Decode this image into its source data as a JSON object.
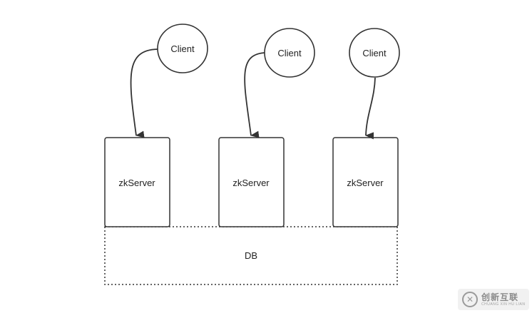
{
  "clients": [
    {
      "label": "Client"
    },
    {
      "label": "Client"
    },
    {
      "label": "Client"
    }
  ],
  "servers": [
    {
      "label": "zkServer"
    },
    {
      "label": "zkServer"
    },
    {
      "label": "zkServer"
    }
  ],
  "db": {
    "label": "DB"
  },
  "watermark": {
    "text": "创新互联",
    "subtext": "CHUANG XIN HU LIAN"
  }
}
